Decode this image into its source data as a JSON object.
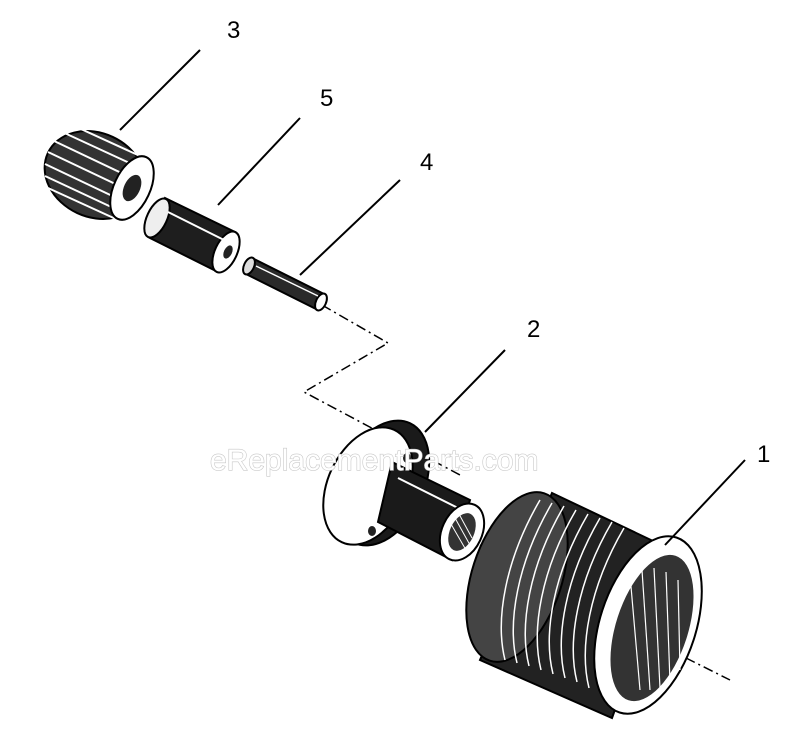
{
  "callouts": {
    "c1": "1",
    "c2": "2",
    "c3": "3",
    "c4": "4",
    "c5": "5"
  },
  "watermark": "eReplacementParts.com"
}
